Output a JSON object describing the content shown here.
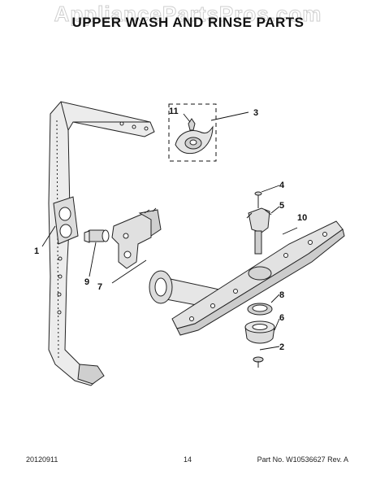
{
  "watermark": "AppliancePartsPros.com",
  "title": "UPPER WASH AND RINSE PARTS",
  "callouts": [
    "1",
    "2",
    "3",
    "4",
    "5",
    "6",
    "7",
    "8",
    "9",
    "10",
    "11"
  ],
  "footer": {
    "date": "20120911",
    "page": "14",
    "part": "Part No. W10536627  Rev. A"
  }
}
